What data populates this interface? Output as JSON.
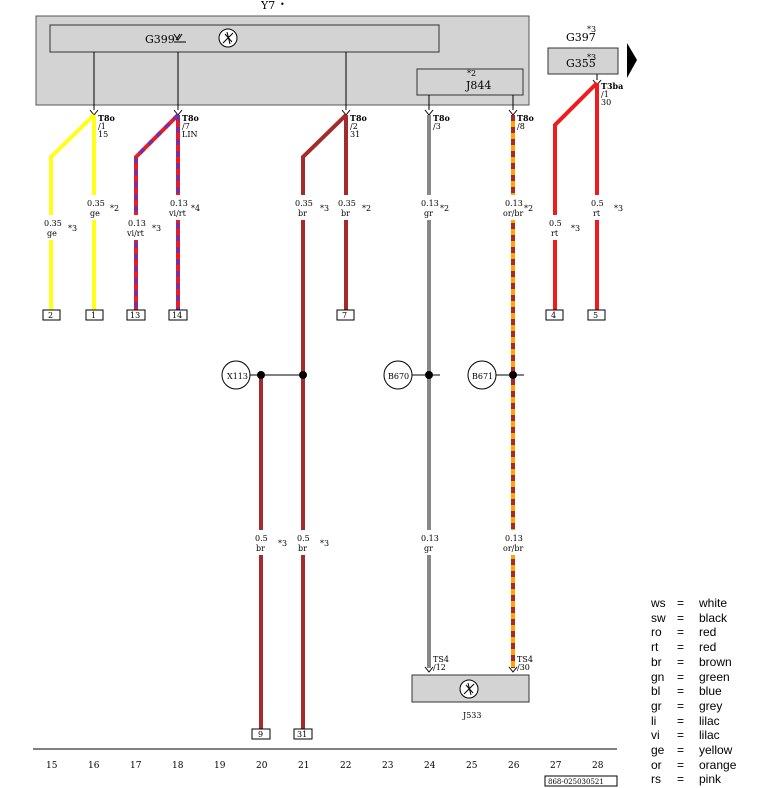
{
  "title": "Y7 •",
  "components": {
    "y7_label": "Y7",
    "y7_mark": "•",
    "g399": "G399",
    "j844": "J844",
    "j844_note": "*2",
    "g397": "G397",
    "g397_note": "*3",
    "g355": "G355",
    "g355_note": "*3",
    "j533": "J533"
  },
  "connectors": {
    "t8o_1": [
      "T8o",
      "/1",
      "15"
    ],
    "t8o_7": [
      "T8o",
      "/7",
      "LIN"
    ],
    "t8o_2": [
      "T8o",
      "/2",
      "31"
    ],
    "t8o_3": [
      "T8o",
      "/3"
    ],
    "t8o_8": [
      "T8o",
      "/8"
    ],
    "t3ba_1": [
      "T3ba",
      "/1",
      "30"
    ],
    "ts4_12": [
      "TS4",
      "/12"
    ],
    "ts4_30": [
      "TS4",
      "/30"
    ]
  },
  "wires_upper": [
    {
      "size": "0.35",
      "color": "ge",
      "note": "*3"
    },
    {
      "size": "0.35",
      "color": "ge",
      "note": "*2"
    },
    {
      "size": "0.13",
      "color": "vi/rt",
      "note": "*3"
    },
    {
      "size": "0.13",
      "color": "vi/rt",
      "note": "*4"
    },
    {
      "size": "0.35",
      "color": "br",
      "note": "*3"
    },
    {
      "size": "0.35",
      "color": "br",
      "note": "*2"
    },
    {
      "size": "0.13",
      "color": "gr",
      "note": "*2"
    },
    {
      "size": "0.13",
      "color": "or/br",
      "note": "*2"
    },
    {
      "size": "0.5",
      "color": "rt",
      "note": "*3"
    },
    {
      "size": "0.5",
      "color": "rt",
      "note": "*3"
    }
  ],
  "wires_lower": [
    {
      "size": "0.5",
      "color": "br",
      "note": "*3"
    },
    {
      "size": "0.5",
      "color": "br",
      "note": "*3"
    },
    {
      "size": "0.13",
      "color": "gr"
    },
    {
      "size": "0.13",
      "color": "or/br"
    }
  ],
  "terminals_upper": [
    "2",
    "1",
    "13",
    "14",
    "7",
    "4",
    "5"
  ],
  "terminals_lower": [
    "9",
    "31"
  ],
  "junctions": [
    "X113",
    "B670",
    "B671"
  ],
  "columns": [
    "15",
    "16",
    "17",
    "18",
    "19",
    "20",
    "21",
    "22",
    "23",
    "24",
    "25",
    "26",
    "27",
    "28"
  ],
  "doc_number": "868-025030521",
  "legend": [
    {
      "code": "ws",
      "name": "white"
    },
    {
      "code": "sw",
      "name": "black"
    },
    {
      "code": "ro",
      "name": "red"
    },
    {
      "code": "rt",
      "name": "red"
    },
    {
      "code": "br",
      "name": "brown"
    },
    {
      "code": "gn",
      "name": "green"
    },
    {
      "code": "bl",
      "name": "blue"
    },
    {
      "code": "gr",
      "name": "grey"
    },
    {
      "code": "li",
      "name": "lilac"
    },
    {
      "code": "vi",
      "name": "lilac"
    },
    {
      "code": "ge",
      "name": "yellow"
    },
    {
      "code": "or",
      "name": "orange"
    },
    {
      "code": "rs",
      "name": "pink"
    }
  ],
  "legend_eq": "=",
  "colors": {
    "yellow": "#ffff1a",
    "violet": "#7a2fa0",
    "red": "#ee1c1c",
    "brown": "#a52a2a",
    "grey": "#888888",
    "orange": "#ffa500",
    "box": "#d3d3d3"
  }
}
